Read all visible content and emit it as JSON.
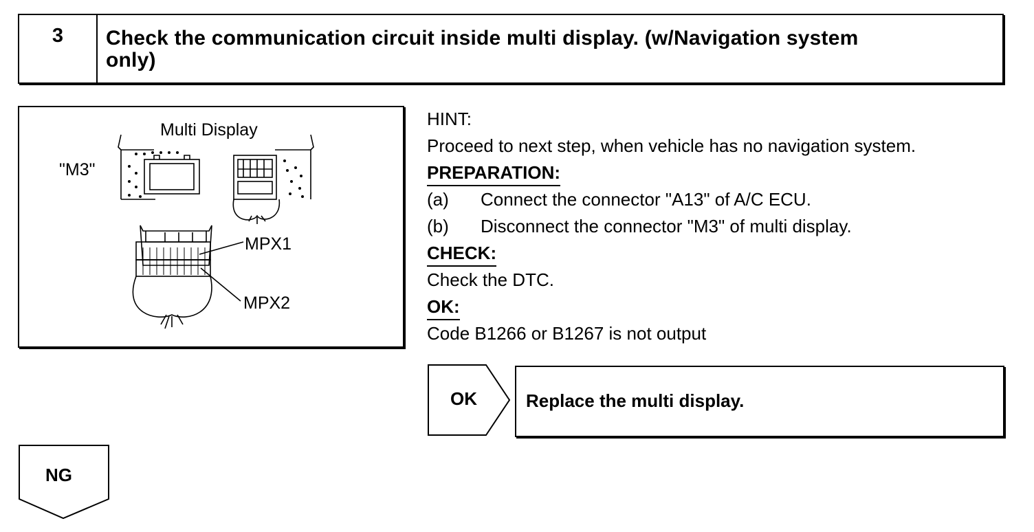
{
  "step": {
    "number": "3",
    "title_line1": "Check the communication circuit inside multi display. (w/Navigation system",
    "title_line2": "only)"
  },
  "figure": {
    "title": "Multi Display",
    "connector_label": "\"M3\"",
    "pin_label_1": "MPX1",
    "pin_label_2": "MPX2"
  },
  "hint": {
    "heading": "HINT:",
    "text": "Proceed to next step, when vehicle has no navigation system."
  },
  "preparation": {
    "heading": "PREPARATION:",
    "items": [
      {
        "marker": "(a)",
        "text": "Connect the connector \"A13\" of A/C ECU."
      },
      {
        "marker": "(b)",
        "text": "Disconnect the connector \"M3\" of multi display."
      }
    ]
  },
  "check": {
    "heading": "CHECK:",
    "text": "Check the DTC."
  },
  "ok": {
    "heading": "OK:",
    "text": "Code B1266 or B1267 is not output"
  },
  "flow": {
    "ok_label": "OK",
    "ok_result": "Replace the multi display.",
    "ng_label": "NG"
  }
}
